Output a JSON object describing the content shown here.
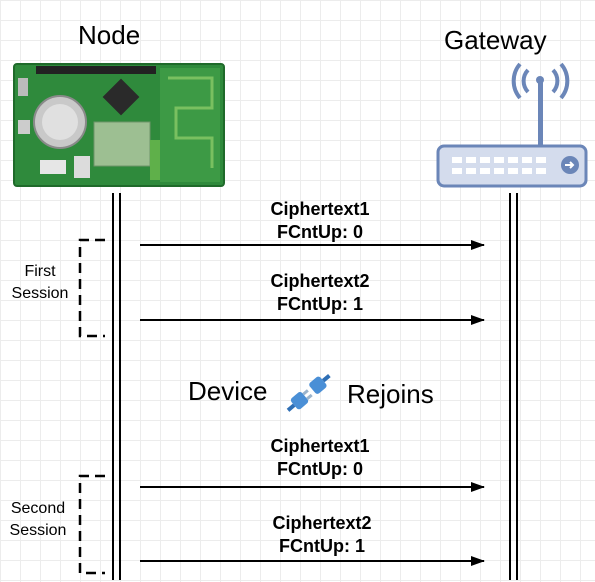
{
  "actors": {
    "node": {
      "label": "Node"
    },
    "gateway": {
      "label": "Gateway"
    }
  },
  "sessions": [
    {
      "label_line1": "First",
      "label_line2": "Session"
    },
    {
      "label_line1": "Second",
      "label_line2": "Session"
    }
  ],
  "messages": [
    {
      "line1": "Ciphertext1",
      "line2": "FCntUp: 0"
    },
    {
      "line1": "Ciphertext2",
      "line2": "FCntUp: 1"
    },
    {
      "line1": "Ciphertext1",
      "line2": "FCntUp: 0"
    },
    {
      "line1": "Ciphertext2",
      "line2": "FCntUp: 1"
    }
  ],
  "event": {
    "left_text": "Device",
    "right_text": "Rejoins",
    "icon": "plug-connector-icon"
  },
  "colors": {
    "board_green": "#2f8a3c",
    "board_light_green": "#5fb04a",
    "router_blue": "#6b86b8",
    "router_body": "#d4dced",
    "plug_blue": "#4a8fd6"
  }
}
